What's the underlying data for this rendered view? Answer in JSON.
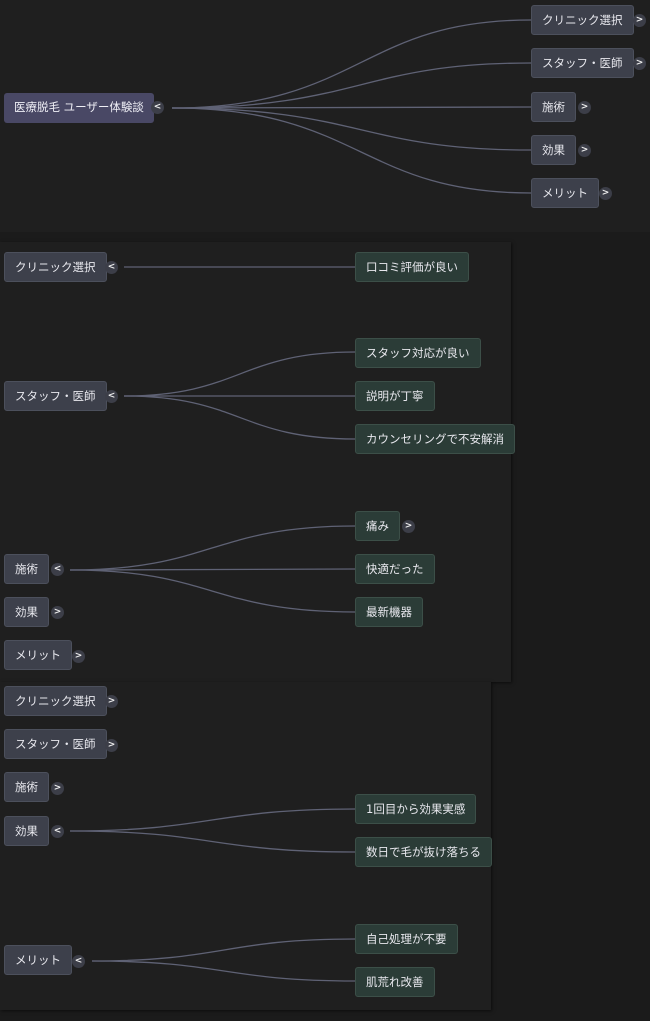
{
  "panel1": {
    "root": {
      "label": "医療脱毛 ユーザー体験談",
      "toggle": "<"
    },
    "categories": [
      {
        "label": "クリニック選択",
        "toggle": ">"
      },
      {
        "label": "スタッフ・医師",
        "toggle": ">"
      },
      {
        "label": "施術",
        "toggle": ">"
      },
      {
        "label": "効果",
        "toggle": ">"
      },
      {
        "label": "メリット",
        "toggle": ">"
      }
    ]
  },
  "panel2": {
    "clinic": {
      "label": "クリニック選択",
      "toggle": "<",
      "children": [
        "口コミ評価が良い"
      ]
    },
    "staff": {
      "label": "スタッフ・医師",
      "toggle": "<",
      "children": [
        "スタッフ対応が良い",
        "説明が丁寧",
        "カウンセリングで不安解消"
      ]
    },
    "treatment": {
      "label": "施術",
      "toggle": "<",
      "children": [
        "痛み",
        "快適だった",
        "最新機器"
      ],
      "pain_toggle": ">"
    },
    "effect": {
      "label": "効果",
      "toggle": ">"
    },
    "merit": {
      "label": "メリット",
      "toggle": ">"
    }
  },
  "panel3": {
    "clinic": {
      "label": "クリニック選択",
      "toggle": ">"
    },
    "staff": {
      "label": "スタッフ・医師",
      "toggle": ">"
    },
    "treatment": {
      "label": "施術",
      "toggle": ">"
    },
    "effect": {
      "label": "効果",
      "toggle": "<",
      "children": [
        "1回目から効果実感",
        "数日で毛が抜け落ちる"
      ]
    },
    "merit": {
      "label": "メリット",
      "toggle": "<",
      "children": [
        "自己処理が不要",
        "肌荒れ改善"
      ]
    }
  },
  "colors": {
    "background": "#1f1f1f",
    "root_node": "#494865",
    "category_node": "#3d404b",
    "leaf_node": "#2b3c37",
    "edge": "#5f6275"
  }
}
